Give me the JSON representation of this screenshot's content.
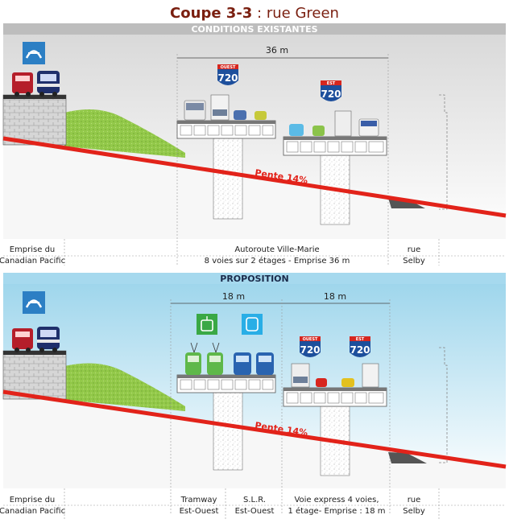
{
  "title": {
    "main": "Coupe 3-3",
    "sub": " : rue Green"
  },
  "sections": {
    "existing": {
      "band": "CONDITIONS EXISTANTES",
      "dimension": "36 m",
      "slope": "Pente 14%",
      "shields": [
        {
          "direction": "OUEST",
          "number": "720"
        },
        {
          "direction": "EST",
          "number": "720"
        }
      ],
      "captions": {
        "cp_line1": "Emprise du",
        "cp_line2": "Canadian Pacific",
        "autoroute_line1": "Autoroute Ville-Marie",
        "autoroute_line2": "8 voies sur 2 étages - Emprise 36 m",
        "rue_line1": "rue",
        "rue_line2": "Selby"
      }
    },
    "proposal": {
      "band": "PROPOSITION",
      "dimension_left": "18 m",
      "dimension_right": "18 m",
      "slope": "Pente 14%",
      "shields": [
        {
          "direction": "OUEST",
          "number": "720"
        },
        {
          "direction": "EST",
          "number": "720"
        }
      ],
      "captions": {
        "cp_line1": "Emprise du",
        "cp_line2": "Canadian Pacific",
        "tram_line1": "Tramway",
        "tram_line2": "Est-Ouest",
        "slr_line1": "S.L.R.",
        "slr_line2": "Est-Ouest",
        "express_line1": "Voie express  4 voies,",
        "express_line2": "1 étage- Emprise : 18 m",
        "rue_line1": "rue",
        "rue_line2": "Selby"
      }
    }
  },
  "colors": {
    "sky_top": "#e4e4e4",
    "sky_bottom": "#ffffff",
    "sky_blue_top": "#a6d9ee",
    "slope": "#e2231a",
    "grass": "#8cc63f",
    "band_existing": "#bdbdbd",
    "band_proposal": "#a6d9ee",
    "train_pictogram": "#2c7fc4",
    "tram_pictogram": "#3aa845",
    "slr_pictogram": "#29aee6",
    "shield_blue": "#1d4f9c",
    "shield_red": "#d7261e"
  }
}
